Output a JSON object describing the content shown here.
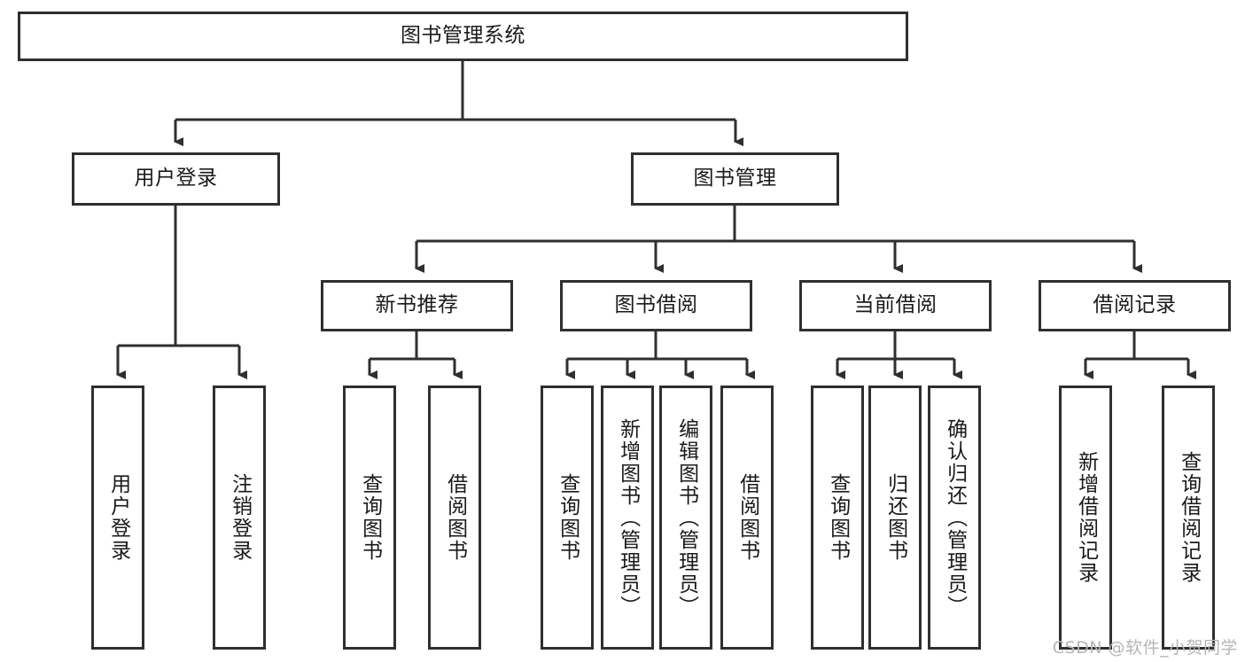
{
  "diagram": {
    "title": "图书管理系统",
    "type": "tree-hierarchy-diagram",
    "colors": {
      "border": "#2f2f2f",
      "background": "#ffffff",
      "text": "#1a1a1a",
      "connector": "#2f2f2f",
      "watermark": "#b6b6b6"
    },
    "root": {
      "label": "图书管理系统"
    },
    "level2": [
      {
        "label": "用户登录"
      },
      {
        "label": "图书管理"
      }
    ],
    "level3": [
      {
        "label": "新书推荐"
      },
      {
        "label": "图书借阅"
      },
      {
        "label": "当前借阅"
      },
      {
        "label": "借阅记录"
      }
    ],
    "leaves": {
      "user_login": [
        {
          "label": "用户登录"
        },
        {
          "label": "注销登录"
        }
      ],
      "new_book_recommend": [
        {
          "label": "查询图书"
        },
        {
          "label": "借阅图书"
        }
      ],
      "book_borrow": [
        {
          "label": "查询图书"
        },
        {
          "label": "新增图书（管理员）"
        },
        {
          "label": "编辑图书（管理员）"
        },
        {
          "label": "借阅图书"
        }
      ],
      "current_borrow": [
        {
          "label": "查询图书"
        },
        {
          "label": "归还图书"
        },
        {
          "label": "确认归还（管理员）"
        }
      ],
      "borrow_records": [
        {
          "label": "新增借阅记录"
        },
        {
          "label": "查询借阅记录"
        }
      ]
    },
    "watermark": "CSDN @软件_小贺同学"
  }
}
